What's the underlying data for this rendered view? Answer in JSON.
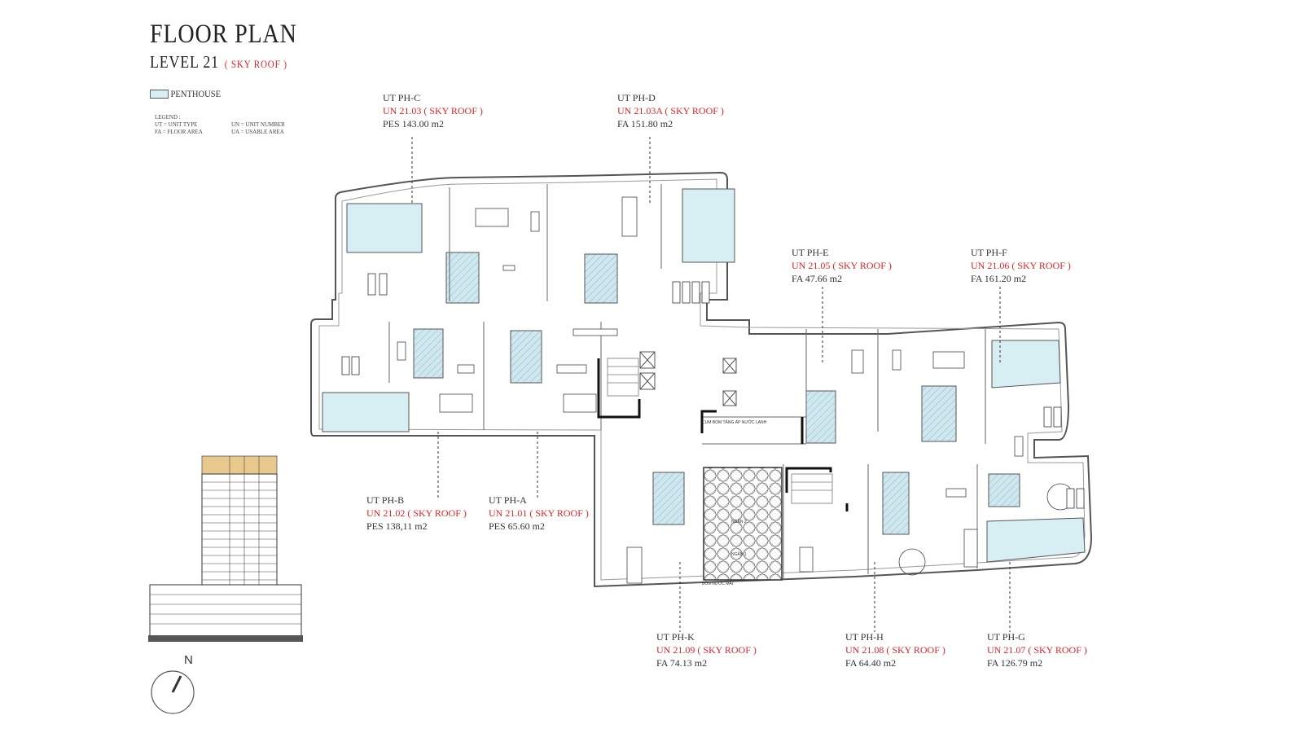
{
  "header": {
    "title": "FLOOR PLAN",
    "level": "LEVEL 21",
    "level_note": "( SKY ROOF )"
  },
  "legend": {
    "penthouse": "PENTHOUSE",
    "title": "LEGEND :",
    "ut": "UT = UNIT TYPE",
    "un": "UN = UNIT NUMBER",
    "fa": "FA = FLOOR AREA",
    "ua": "UA = USABLE AREA"
  },
  "units": [
    {
      "type": "UT PH-C",
      "number": "UN 21.03 ( SKY ROOF )",
      "area": "PES 143.00  m2"
    },
    {
      "type": "UT PH-D",
      "number": "UN 21.03A ( SKY ROOF )",
      "area": "FA 151.80 m2"
    },
    {
      "type": "UT PH-E",
      "number": "UN 21.05 ( SKY ROOF )",
      "area": "FA 47.66 m2"
    },
    {
      "type": "UT PH-F",
      "number": "UN 21.06 ( SKY ROOF )",
      "area": "FA 161.20 m2"
    },
    {
      "type": "UT PH-B",
      "number": "UN 21.02 ( SKY ROOF )",
      "area": "PES 138,11 m2"
    },
    {
      "type": "UT PH-A",
      "number": "UN 21.01 ( SKY ROOF )",
      "area": "PES 65.60 m2"
    },
    {
      "type": "UT PH-K",
      "number": "UN 21.09 ( SKY ROOF )",
      "area": "FA 74.13 m2"
    },
    {
      "type": "UT PH-H",
      "number": "UN 21.08 ( SKY ROOF )",
      "area": "FA 64.40 m2"
    },
    {
      "type": "UT PH-G",
      "number": "UN 21.07 ( SKY ROOF )",
      "area": "FA 126.79 m2"
    }
  ],
  "plan_notes": {
    "pump": "CUM BOM TĂNG ÁP NƯỚC LẠNH",
    "tank_top": "NGĂN 2",
    "tank_mid": "NGĂN 1",
    "tank": "BỒN NƯỚC MÁI"
  },
  "compass": {
    "north": "N"
  },
  "colors": {
    "pool": "#d7eef2",
    "core": "#b9dbe6",
    "accent": "#d9262c",
    "wall": "#555555"
  }
}
